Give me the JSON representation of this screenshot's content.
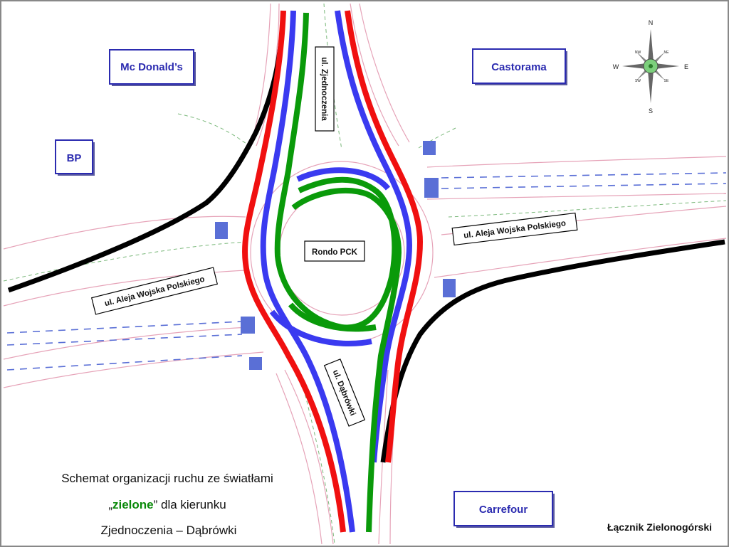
{
  "labels": {
    "mcdonalds": "Mc Donald’s",
    "castorama": "Castorama",
    "bp": "BP",
    "carrefour": "Carrefour",
    "roundabout": "Rondo PCK"
  },
  "streets": {
    "zjednoczenia": "ul. Zjednoczenia",
    "dabrowki": "ul. Dąbrówki",
    "aleja_left": "ul. Aleja Wojska Polskiego",
    "aleja_right": "ul. Aleja Wojska Polskiego"
  },
  "compass": {
    "n": "N",
    "s": "S",
    "e": "E",
    "w": "W",
    "nw": "NW",
    "ne": "NE",
    "sw": "SW",
    "se": "SE"
  },
  "caption": {
    "line1": "Schemat organizacji ruchu ze światłami",
    "line2_prefix": "„",
    "line2_highlight": "zielone",
    "line2_suffix": "” dla kierunku",
    "line3": "Zjednoczenia – Dąbrówki"
  },
  "credit": "Łącznik Zielonogórski",
  "route_colors": {
    "green": "#0a9a0a",
    "blue": "#3a3af0",
    "red": "#f01010",
    "black": "#000000"
  }
}
